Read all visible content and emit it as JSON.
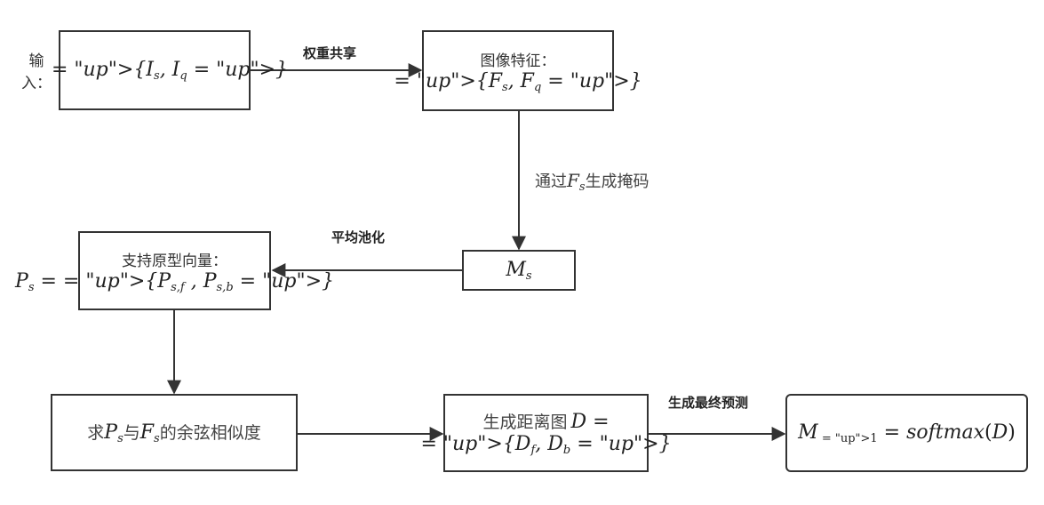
{
  "nodes": {
    "input": {
      "label": "输入：",
      "math": "{Is, Iq}"
    },
    "features": {
      "label": "图像特征：",
      "math": "{Fs, Fq}"
    },
    "mask": {
      "math": "Ms"
    },
    "prototype": {
      "label": "支持原型向量：",
      "math": "Ps = {Ps,f , Ps,b}"
    },
    "cosine": {
      "label_pre": "求",
      "math_a": "Ps",
      "label_mid": "与",
      "math_b": "Fs",
      "label_post": "的余弦相似度"
    },
    "distance": {
      "label": "生成距离图",
      "math_head": "D =",
      "math": "{Df, Db}"
    },
    "output": {
      "math": "M1 = softmax(D)"
    }
  },
  "edges": {
    "input_to_features": "权重共享",
    "features_to_mask_pre": "通过",
    "features_to_mask_math": "Fs",
    "features_to_mask_post": "生成掩码",
    "mask_to_prototype": "平均池化",
    "distance_to_output": "生成最终预测"
  }
}
